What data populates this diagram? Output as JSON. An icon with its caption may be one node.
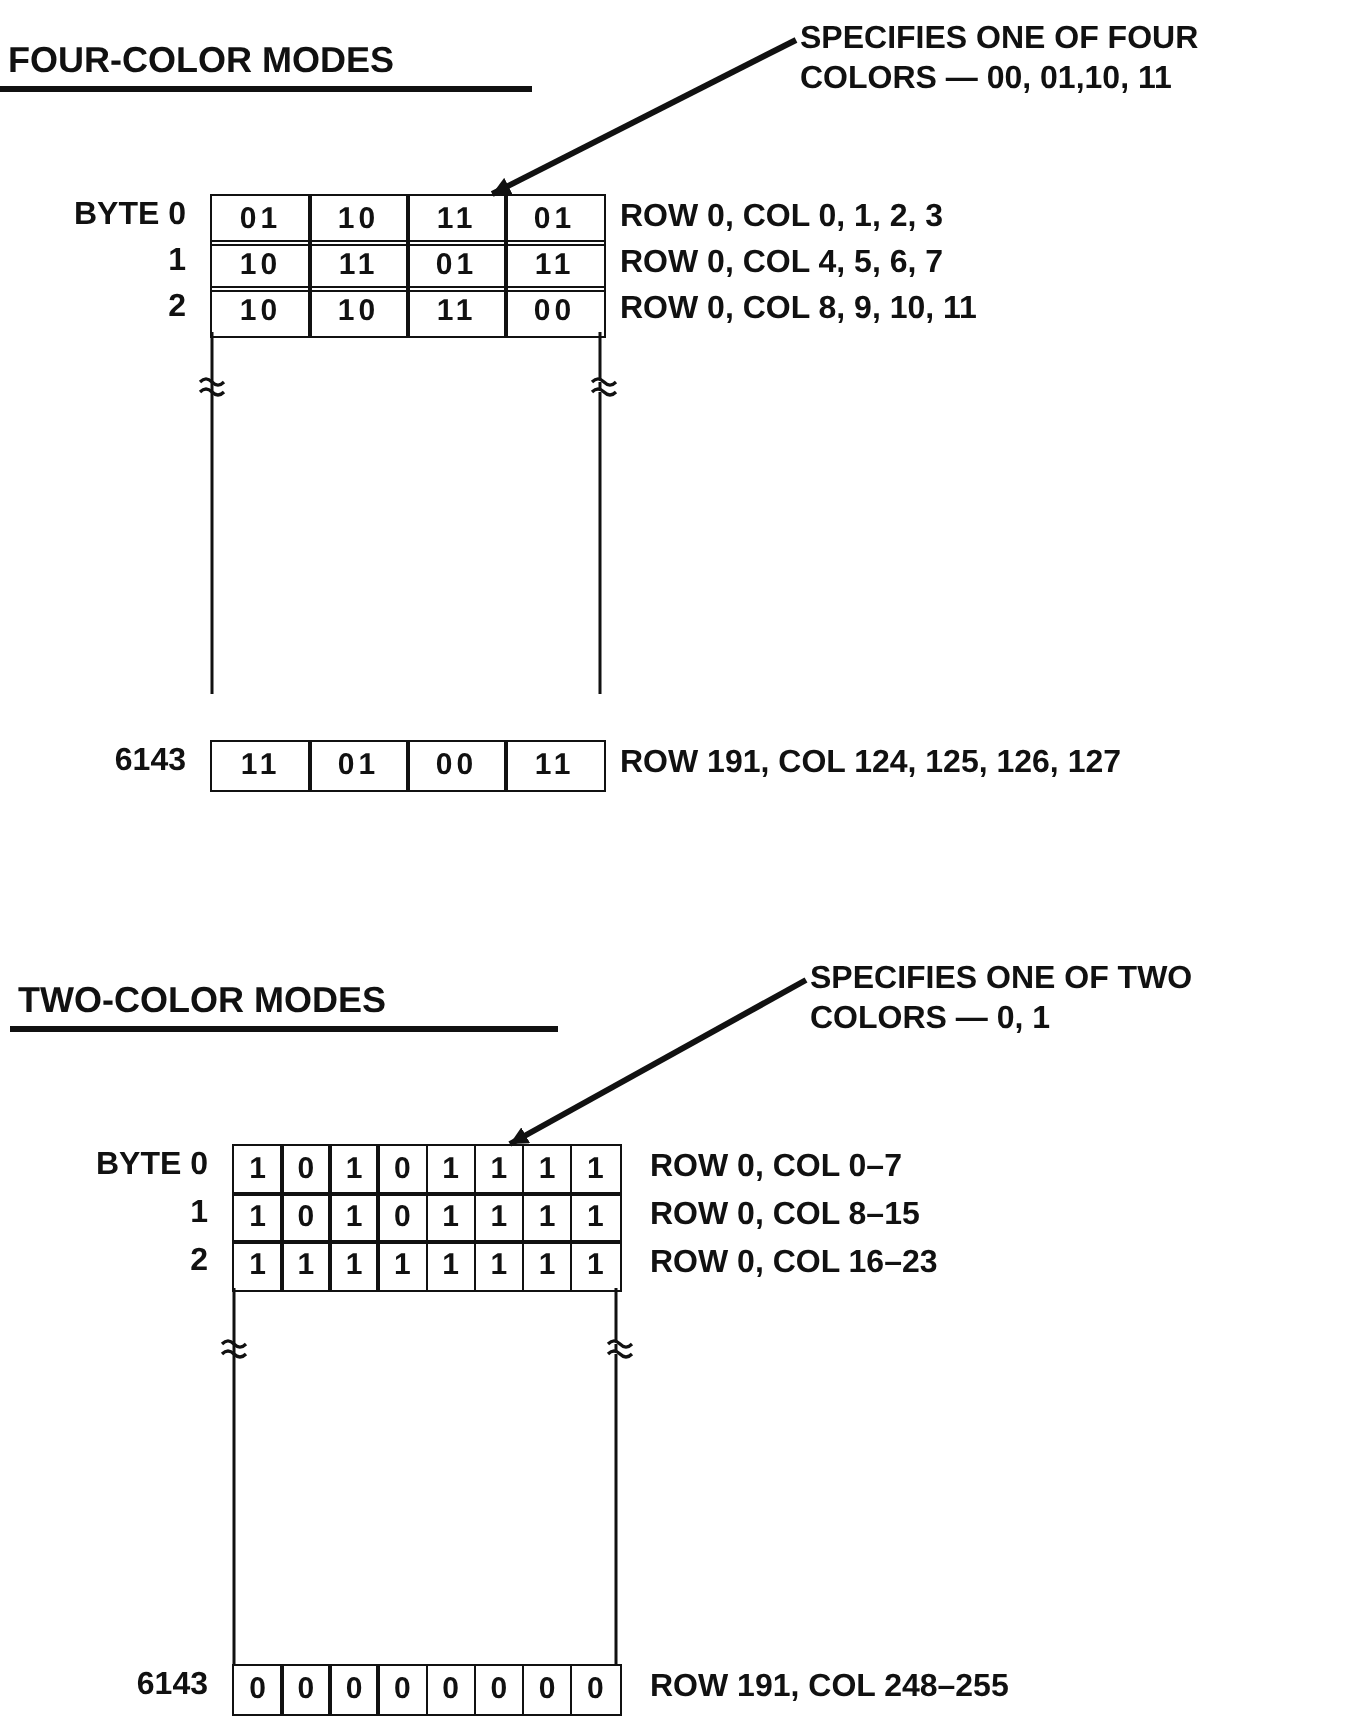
{
  "diagram": {
    "nodes": [
      {
        "text": [
          "SPECIFIES ONE OF FOUR COLORS — 00, 01,10, 11"
        ]
      },
      {
        "text": [],
        "shape": "box"
      },
      {
        "text": [
          "SPECIFIES ONE OF TWO COLORS — 0, 1"
        ]
      },
      {
        "text": [],
        "shape": "box"
      }
    ],
    "edges": [
      {
        "from": 0,
        "to": 1,
        "arrow": "to"
      },
      {
        "from": 2,
        "to": 3,
        "arrow": "to"
      }
    ],
    "labels": [
      "FOUR-COLOR MODES",
      "BYTE 0",
      "01",
      "10",
      "11",
      "01",
      "ROW 0, COL 0, 1, 2, 3",
      "1",
      "10",
      "11",
      "01",
      "11",
      "ROW 0, COL 4, 5, 6, 7",
      "2",
      "10",
      "10",
      "11",
      "00",
      "ROW 0, COL 8, 9, 10, 11",
      "6143",
      "11",
      "01",
      "00",
      "11",
      "ROW 191, COL 124, 125, 126, 127",
      "TWO-COLOR MODES",
      "BYTE 0",
      "1",
      "0",
      "1",
      "0",
      "1",
      "1",
      "1",
      "1",
      "ROW 0, COL 0–7",
      "1",
      "1",
      "0",
      "1",
      "0",
      "1",
      "1",
      "1",
      "1",
      "ROW 0, COL 8–15",
      "2",
      "1",
      "1",
      "1",
      "1",
      "1",
      "1",
      "1",
      "1",
      "ROW 0, COL 16–23",
      "6143",
      "0",
      "0",
      "0",
      "0",
      "0",
      "0",
      "0",
      "0",
      "ROW 191, COL 248–255"
    ]
  }
}
